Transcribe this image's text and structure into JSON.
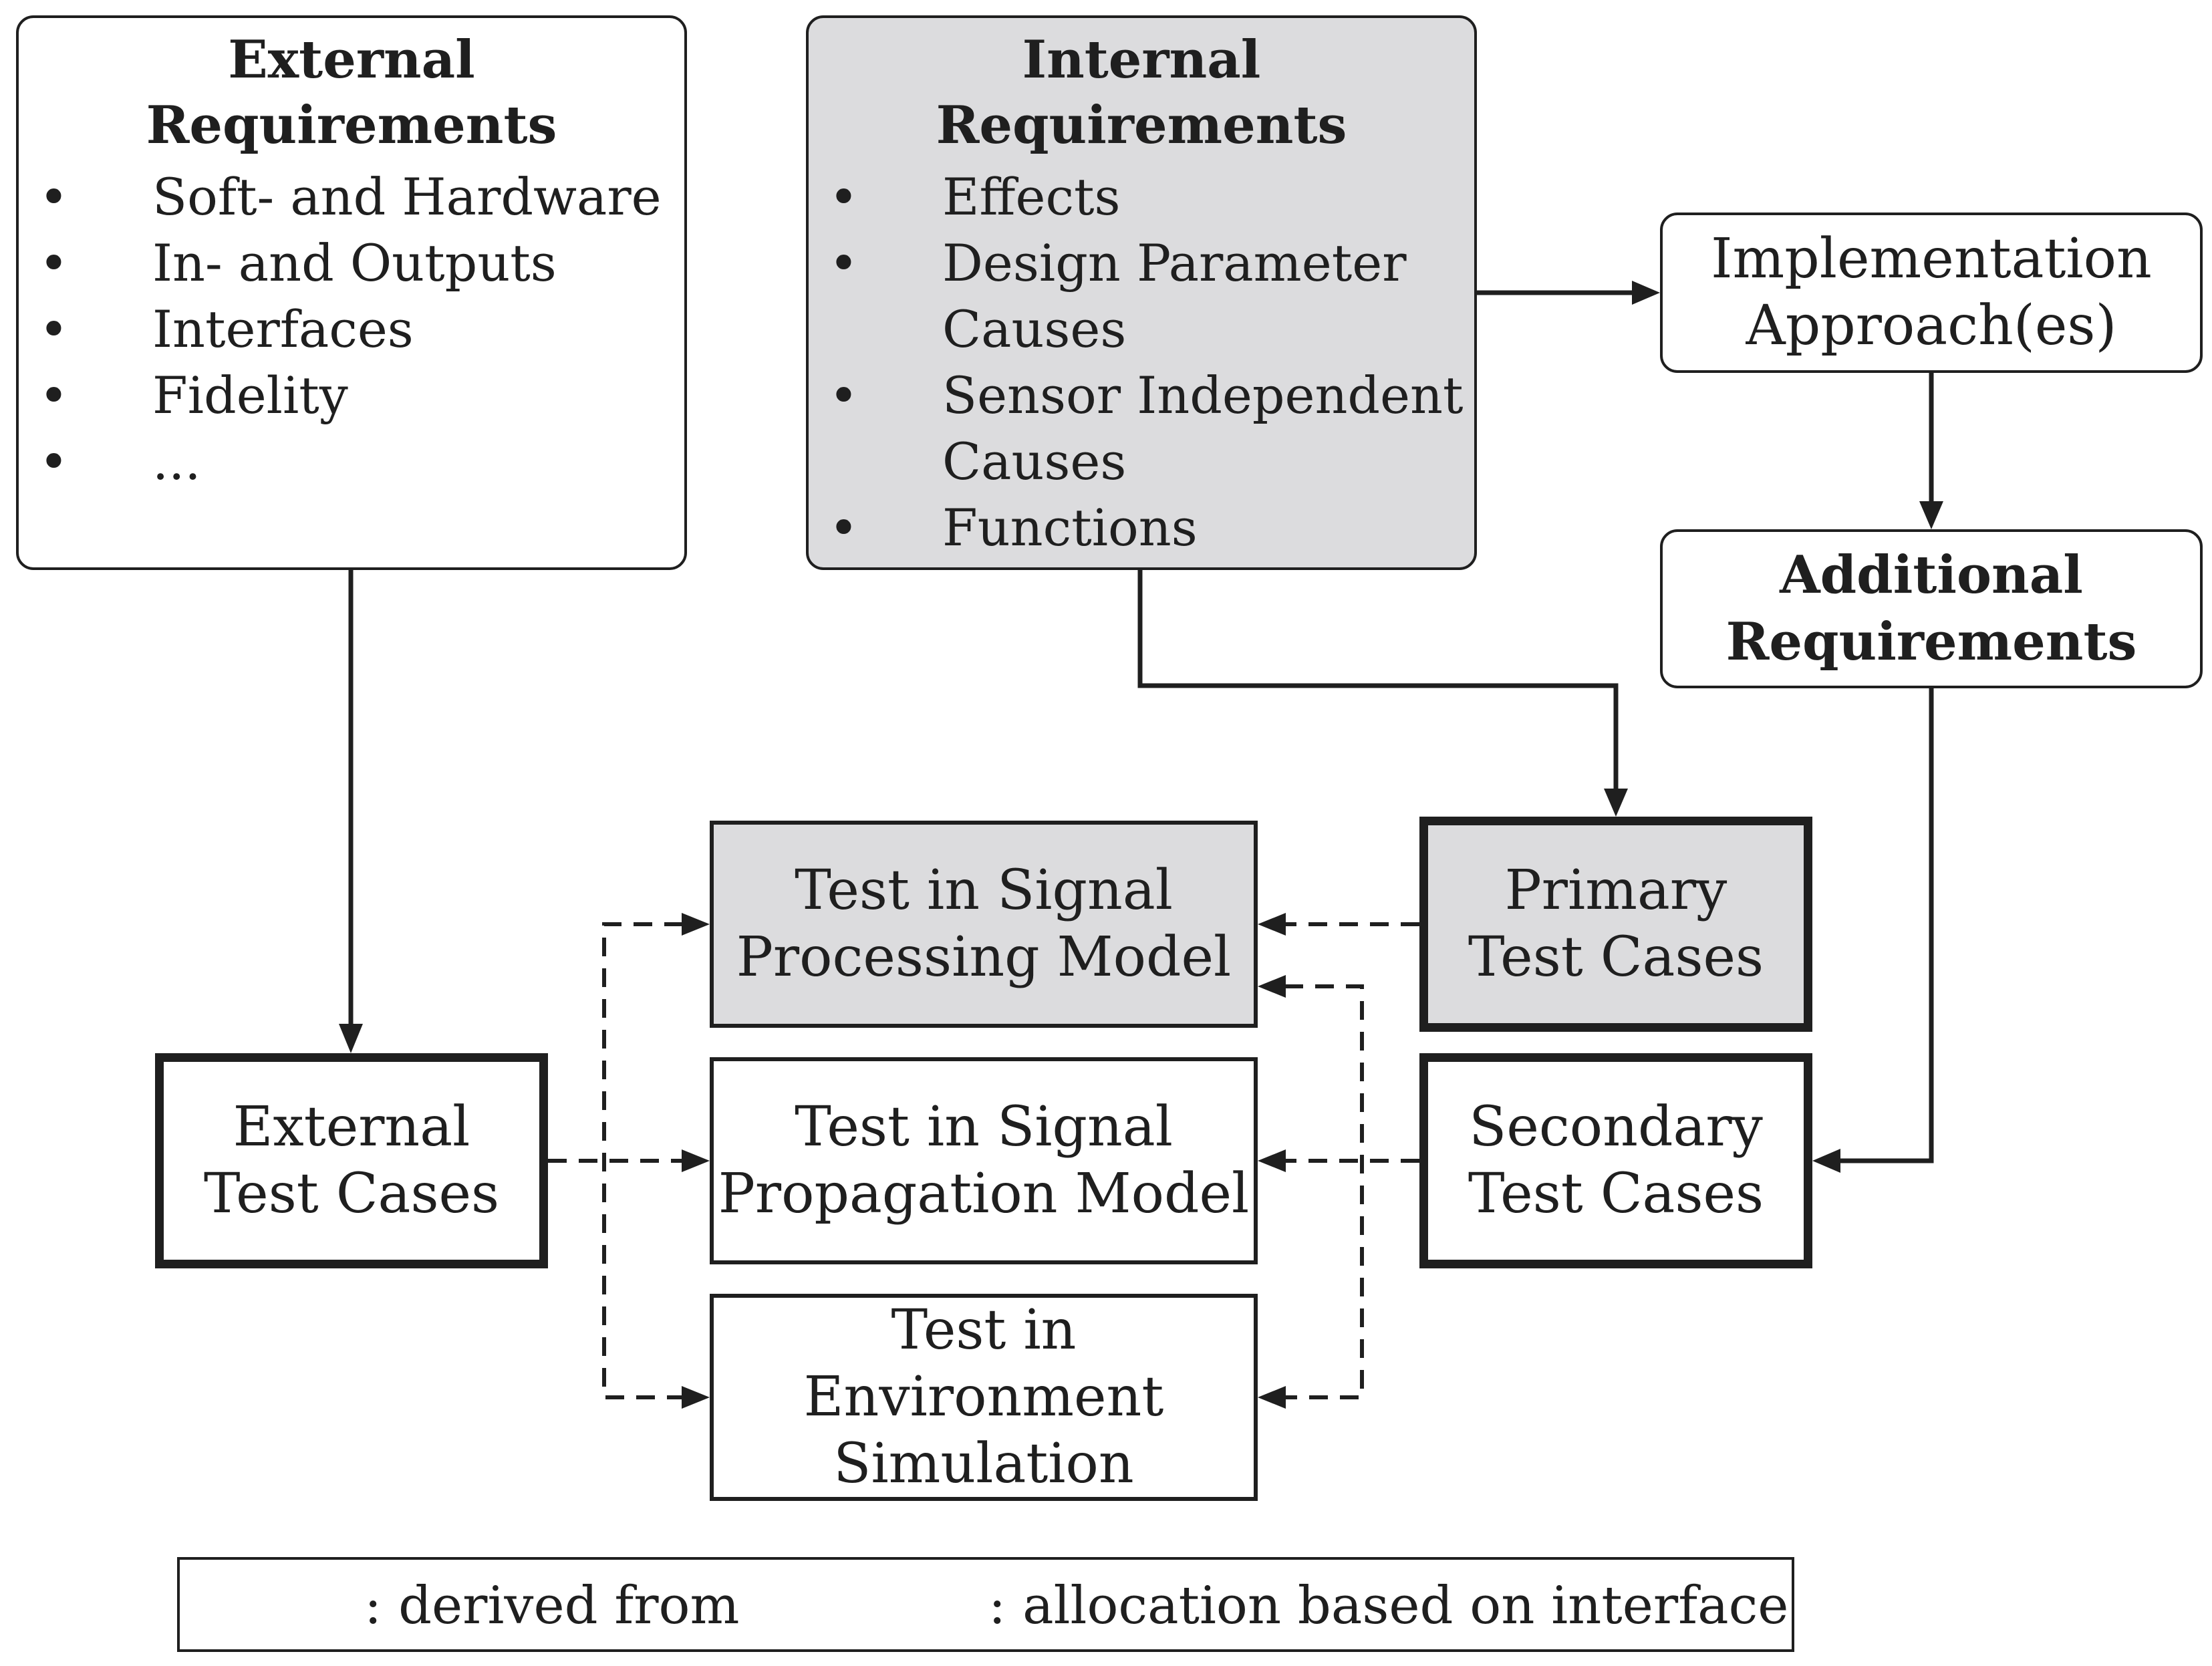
{
  "external_requirements": {
    "title_line1": "External",
    "title_line2": "Requirements",
    "items": [
      "Soft- and Hardware",
      "In- and Outputs",
      "Interfaces",
      "Fidelity",
      "..."
    ]
  },
  "internal_requirements": {
    "title_line1": "Internal",
    "title_line2": "Requirements",
    "items": [
      "Effects",
      "Design Parameter Causes",
      "Sensor Independent Causes",
      "Functions"
    ]
  },
  "implementation_approach": {
    "line1": "Implementation",
    "line2": "Approach(es)"
  },
  "additional_requirements": {
    "line1": "Additional",
    "line2": "Requirements"
  },
  "primary_test_cases": {
    "line1": "Primary",
    "line2": "Test Cases"
  },
  "secondary_test_cases": {
    "line1": "Secondary",
    "line2": "Test Cases"
  },
  "external_test_cases": {
    "line1": "External",
    "line2": "Test Cases"
  },
  "test_signal_processing": {
    "line1": "Test in Signal",
    "line2": "Processing Model"
  },
  "test_signal_propagation": {
    "line1": "Test in Signal",
    "line2": "Propagation Model"
  },
  "test_environment_simulation": {
    "line1": "Test in Environment",
    "line2": "Simulation"
  },
  "legend": {
    "derived_from": ": derived from",
    "allocation": ": allocation based on interface"
  },
  "colors": {
    "line": "#1f1f1f",
    "shaded_fill": "#dcdcde",
    "background": "#ffffff"
  }
}
